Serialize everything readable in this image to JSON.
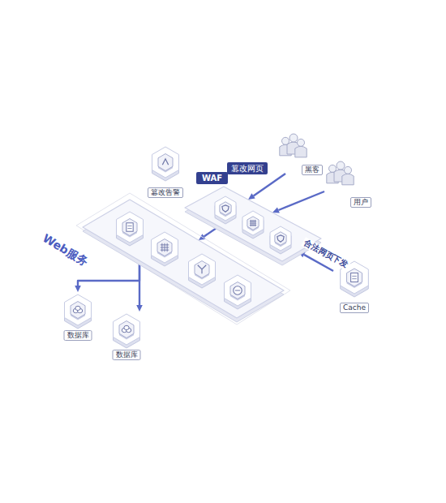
{
  "diagram": {
    "nodes": [
      {
        "text": [
          "篡改告警"
        ]
      },
      {
        "text": [
          "WAF"
        ]
      },
      {
        "text": [
          "黑客"
        ]
      },
      {
        "text": [
          "用户"
        ]
      },
      {
        "text": [
          "Cache"
        ]
      },
      {
        "text": [
          "Web服务"
        ]
      },
      {
        "text": [
          "数据库"
        ]
      },
      {
        "text": [
          "数据库"
        ]
      }
    ],
    "edges": [
      {
        "from": 2,
        "to": 1,
        "arrow": "to",
        "label": "篡改网页"
      },
      {
        "from": 3,
        "to": 1,
        "arrow": "to"
      },
      {
        "from": 4,
        "to": 1,
        "arrow": "to",
        "label": "合法网页下发"
      },
      {
        "from": 1,
        "to": 5,
        "arrow": "to"
      },
      {
        "from": 5,
        "to": 6,
        "arrow": "to"
      },
      {
        "from": 5,
        "to": 7,
        "arrow": "to"
      }
    ]
  }
}
